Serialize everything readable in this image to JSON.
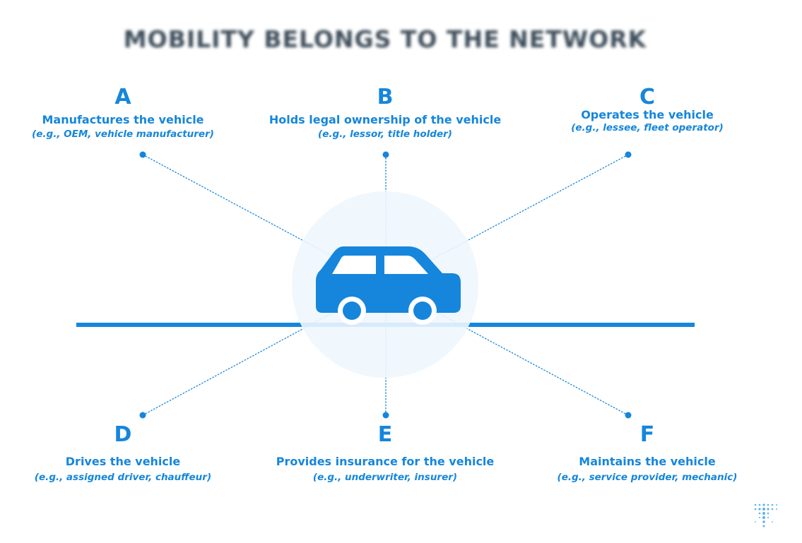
{
  "title": "MOBILITY BELONGS TO THE NETWORK",
  "colors": {
    "accent": "#1586dc",
    "halo": "#eef6fd",
    "title": "#3d4d5a"
  },
  "center_icon": "car-icon",
  "logo_icon": "dot-grid-logo-icon",
  "nodes": [
    {
      "id": "a",
      "letter": "A",
      "role": "Manufactures the vehicle",
      "example": "(e.g., OEM, vehicle manufacturer)"
    },
    {
      "id": "b",
      "letter": "B",
      "role": "Holds legal ownership of the vehicle",
      "example": "(e.g., lessor, title holder)"
    },
    {
      "id": "c",
      "letter": "C",
      "role": "Operates the vehicle",
      "example": "(e.g., lessee, fleet operator)"
    },
    {
      "id": "d",
      "letter": "D",
      "role": "Drives the vehicle",
      "example": "(e.g., assigned driver, chauffeur)"
    },
    {
      "id": "e",
      "letter": "E",
      "role": "Provides insurance for the vehicle",
      "example": "(e.g., underwriter, insurer)"
    },
    {
      "id": "f",
      "letter": "F",
      "role": "Maintains the vehicle",
      "example": "(e.g., service provider, mechanic)"
    }
  ]
}
